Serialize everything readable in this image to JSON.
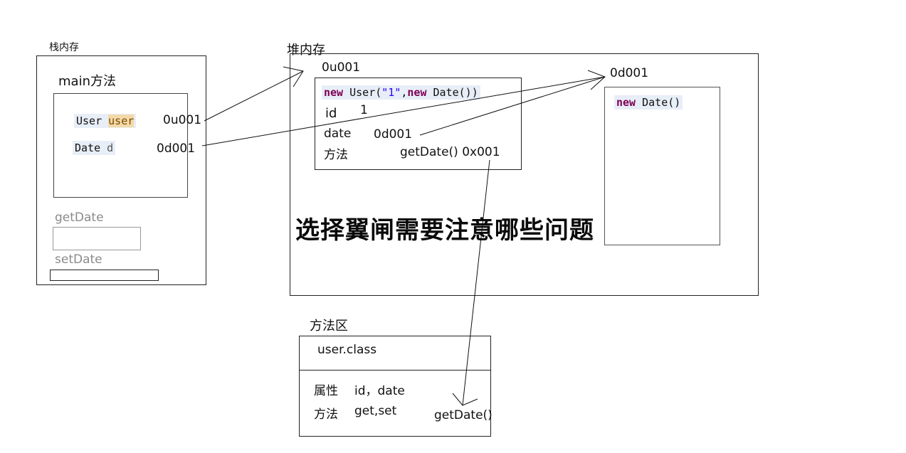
{
  "stack": {
    "title": "栈内存",
    "main_title": "main方法",
    "user_type": "User",
    "user_var": "user",
    "user_value": "0u001",
    "date_type": "Date",
    "date_var": "d",
    "date_value": "0d001",
    "get_label": "getDate",
    "set_label": "setDate"
  },
  "heap": {
    "title": "堆内存",
    "user_obj": {
      "address": "0u001",
      "code_kw1": "new",
      "code_mid": " User(",
      "code_str": "\"1\"",
      "code_comma": ",",
      "code_kw2": "new",
      "code_end": " Date())",
      "id_label": "id",
      "id_value": "1",
      "date_label": "date",
      "date_value": "0d001",
      "method_label": "方法",
      "method_value": "getDate() 0x001"
    },
    "date_obj": {
      "address": "0d001",
      "code_kw": "new",
      "code_rest": " Date()"
    }
  },
  "method_area": {
    "title": "方法区",
    "class_name": "user.class",
    "attr_label": "属性",
    "attr_value": "id，date",
    "method_label": "方法",
    "method_value": "get,set",
    "get_date": "getDate()"
  },
  "overlay": {
    "banner": "选择翼闸需要注意哪些问题"
  },
  "colors": {
    "keyword": "#7f0055",
    "string": "#2a00ff",
    "highlight": "#f4d9a9",
    "code_bg": "#e8eef7"
  }
}
